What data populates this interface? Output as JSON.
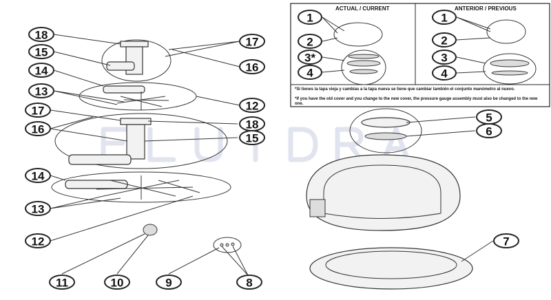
{
  "watermark": "FLUIDRA",
  "legend_box": {
    "current_header": "ACTUAL / CURRENT",
    "previous_header": "ANTERIOR / PREVIOUS",
    "current_callouts": [
      "1",
      "2",
      "3*",
      "4"
    ],
    "previous_callouts": [
      "1",
      "2",
      "3",
      "4"
    ],
    "note_es": "*Si tienes la tapa vieja y cambias a la tapa nueva se tiene que cambiar también el conjunto manómetro al nuevo.",
    "note_en": "*If you have the old cover and you change to the new cover, the pressure gauge assembly must also be changed to the new one."
  },
  "callouts": {
    "c18a": "18",
    "c15a": "15",
    "c14a": "14",
    "c13a": "13",
    "c17a": "17",
    "c16a": "16",
    "c12a": "12",
    "c17b": "17",
    "c16b": "16",
    "c18b": "18",
    "c15b": "15",
    "c14b": "14",
    "c13b": "13",
    "c12b": "12",
    "c11": "11",
    "c10": "10",
    "c9": "9",
    "c8": "8",
    "c5": "5",
    "c6": "6",
    "c7": "7"
  }
}
